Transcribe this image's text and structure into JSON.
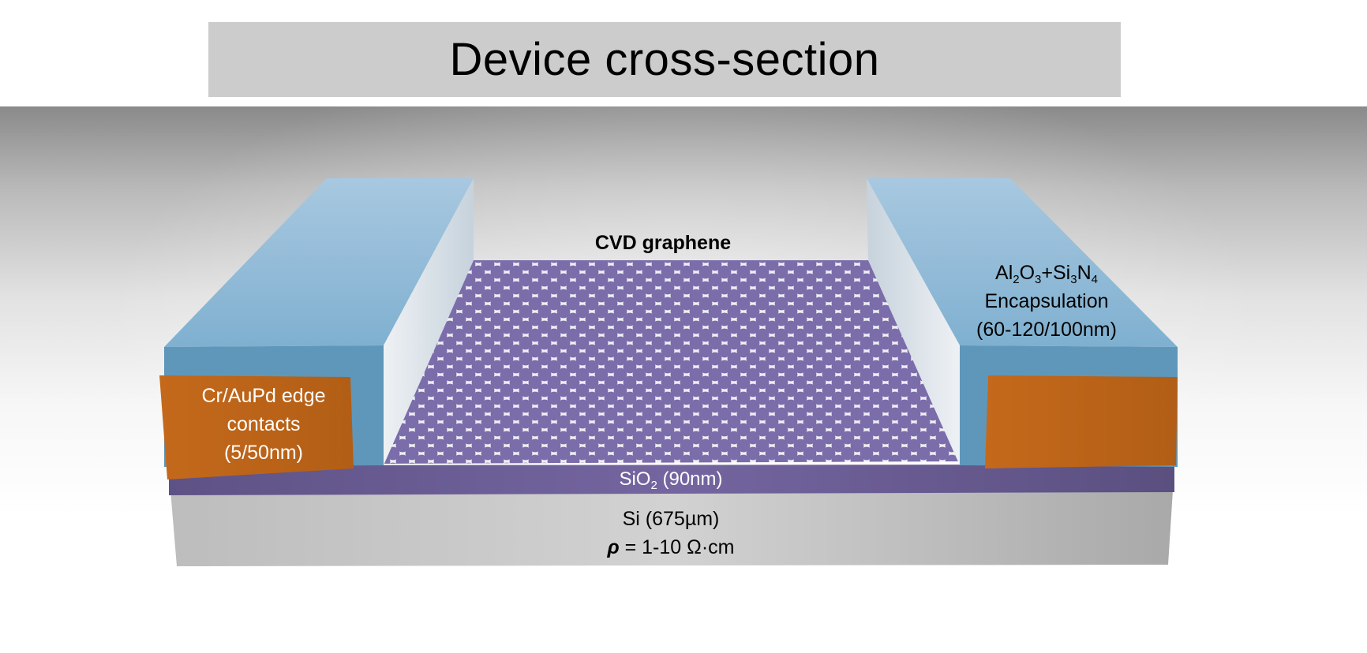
{
  "title": "Device cross-section",
  "labels": {
    "graphene": "CVD graphene",
    "encapsulation": {
      "al": "Al",
      "al_sub": "2",
      "o": "O",
      "o_sub": "3",
      "plus_si": "+Si",
      "si_sub": "3",
      "n": "N",
      "n_sub": "4",
      "line2": "Encapsulation",
      "line3": "(60-120/100nm)"
    },
    "contacts": {
      "line1": "Cr/AuPd edge",
      "line2": "contacts",
      "line3": "(5/50nm)"
    },
    "oxide": {
      "pre": "SiO",
      "sub": "2",
      "post": " (90nm)"
    },
    "substrate": {
      "line1": "Si (675µm)",
      "rho": "ρ",
      "rho_rest": " = 1-10 Ω·cm"
    }
  },
  "colors": {
    "encapsulation": "#6fa6c8",
    "contacts": "#c8701f",
    "graphene": "#7a6aa8",
    "oxide": "#6a5c92",
    "substrate": "#c8c8c8"
  }
}
